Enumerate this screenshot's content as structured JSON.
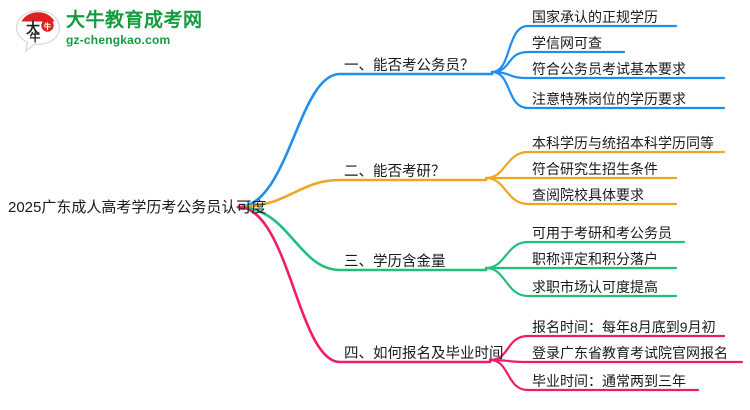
{
  "logo": {
    "mark_name": "da-niu-speech-bubble-logo",
    "brand_cn": "大牛教育成考网",
    "brand_url": "gz-chengkao.com",
    "mark_text": "大牛",
    "brand_color": "#149b3e",
    "mark_accent_color": "#e02020"
  },
  "mindmap": {
    "type": "mindmap",
    "root": "2025广东成人高考学历考公务员认可度",
    "branches": [
      {
        "label": "一、能否考公务员？",
        "color": "#1f8fee",
        "children": [
          "国家承认的正规学历",
          "学信网可查",
          "符合公务员考试基本要求",
          "注意特殊岗位的学历要求"
        ]
      },
      {
        "label": "二、能否考研？",
        "color": "#f0a423",
        "children": [
          "本科学历与统招本科学历同等",
          "符合研究生招生条件",
          "查阅院校具体要求"
        ]
      },
      {
        "label": "三、学历含金量",
        "color": "#20c07a",
        "children": [
          "可用于考研和考公务员",
          "职称评定和积分落户",
          "求职市场认可度提高"
        ]
      },
      {
        "label": "四、如何报名及毕业时间",
        "color": "#ee1c6a",
        "children": [
          "报名时间：每年8月底到9月初",
          "登录广东省教育考试院官网报名",
          "毕业时间：通常两到三年"
        ]
      }
    ]
  }
}
